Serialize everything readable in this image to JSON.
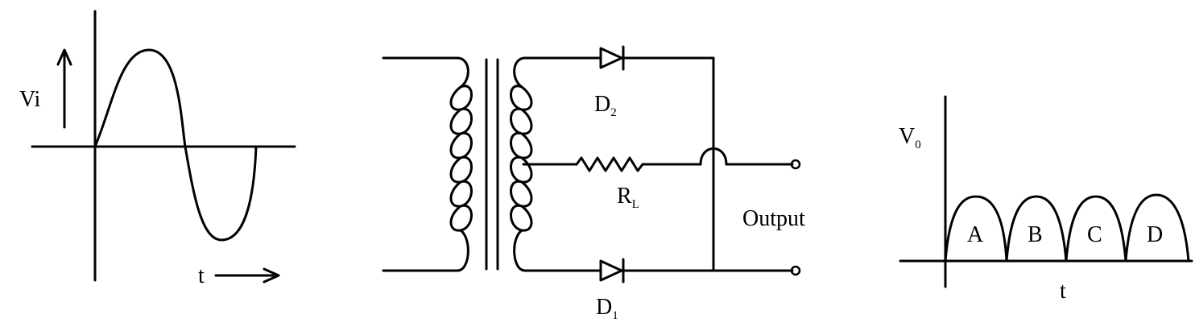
{
  "input_graph": {
    "y_label": "Vi",
    "x_label": "t"
  },
  "circuit": {
    "diode_top": {
      "letter": "D",
      "sub": "2"
    },
    "diode_bottom": {
      "letter": "D",
      "sub": "1"
    },
    "resistor": {
      "letter": "R",
      "sub": "L"
    },
    "output_label": "Output"
  },
  "output_graph": {
    "y_label": {
      "letter": "V",
      "sub": "0"
    },
    "x_label": "t",
    "humps": [
      "A",
      "B",
      "C",
      "D"
    ]
  }
}
